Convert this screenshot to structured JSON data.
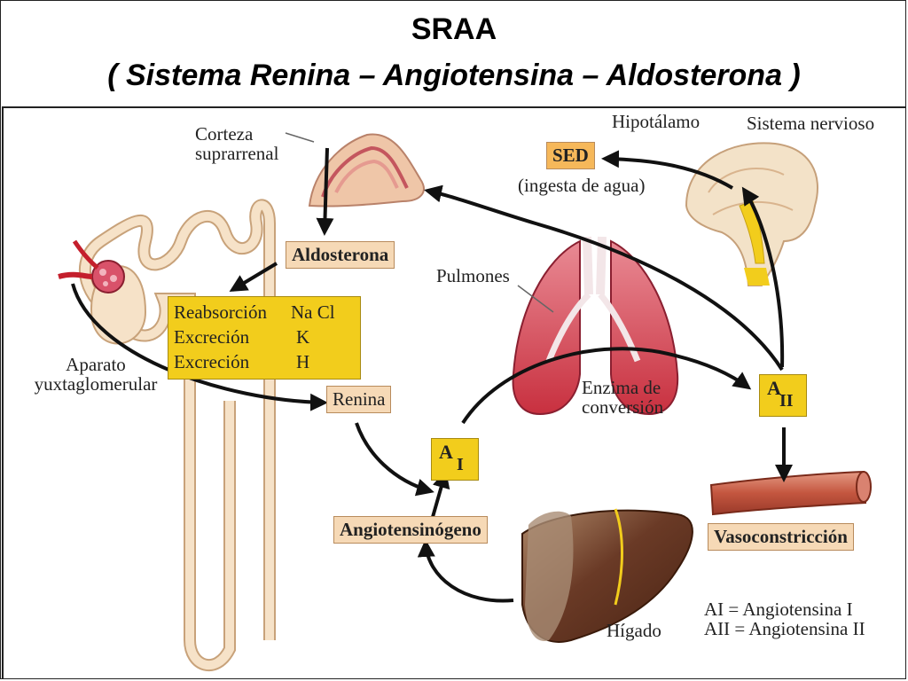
{
  "title": {
    "line1": "SRAA",
    "line2": "( Sistema Renina – Angiotensina – Aldosterona )"
  },
  "labels": {
    "corteza_line1": "Corteza",
    "corteza_line2": "suprarrenal",
    "hipotalamo": "Hipotálamo",
    "sistema_nervioso": "Sistema nervioso",
    "sed": "SED",
    "ingesta": "(ingesta de agua)",
    "aldosterona": "Aldosterona",
    "pulmones": "Pulmones",
    "reabsorcion": "Reabsorción",
    "na_cl": "Na Cl",
    "excrecion_k": "Excreción",
    "k": "K",
    "excrecion_h": "Excreción",
    "h": "H",
    "aparato_line1": "Aparato",
    "aparato_line2": "yuxtaglomerular",
    "renina": "Renina",
    "enzima_line1": "Enzima de",
    "enzima_line2": "conversión",
    "a2_letter": "A",
    "a2_sub": "II",
    "a1_letter": "A",
    "a1_sub": "I",
    "angiotensinogeno": "Angiotensinógeno",
    "vasoconstriccion": "Vasoconstricción",
    "higado": "Hígado",
    "legend_ai": "AI = Angiotensina I",
    "legend_aii": "AII = Angiotensina II"
  },
  "colors": {
    "yellow_box": "#f2cd1c",
    "tan_box": "#f6d9b6",
    "kidney_tube": "#f6e2c8",
    "adrenal": "#e7a39a",
    "lungs": "#d64a5c",
    "liver": "#8a3a22",
    "vessel": "#c4563f",
    "brain": "#f3e2c8"
  }
}
